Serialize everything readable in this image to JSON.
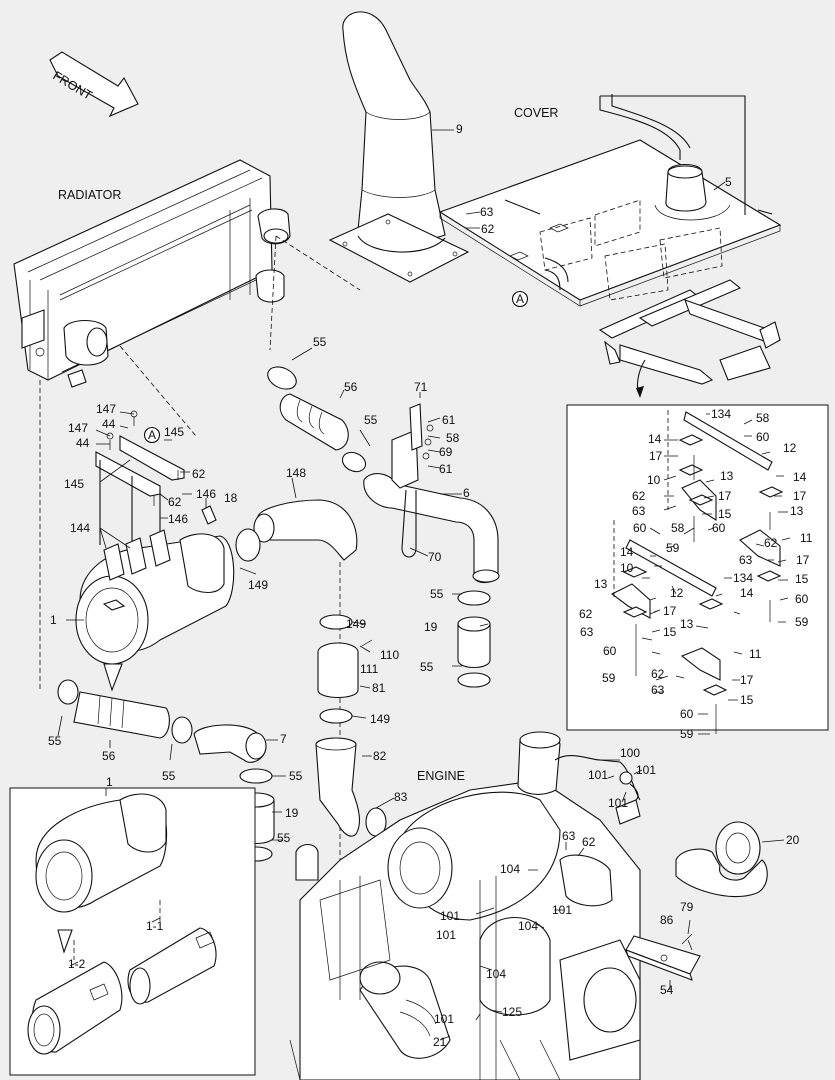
{
  "section_labels": {
    "radiator": "RADIATOR",
    "cover": "COVER",
    "engine": "ENGINE",
    "front": "FRONT"
  },
  "ref_marks": [
    "A",
    "A"
  ],
  "callouts": {
    "main": [
      "9",
      "63",
      "62",
      "5",
      "55",
      "56",
      "55",
      "71",
      "61",
      "58",
      "69",
      "61",
      "6",
      "70",
      "147",
      "44",
      "147",
      "44",
      "145",
      "145",
      "62",
      "62",
      "146",
      "146",
      "18",
      "148",
      "144",
      "149",
      "1",
      "149",
      "110",
      "111",
      "55",
      "19",
      "81",
      "55",
      "55",
      "56",
      "55",
      "7",
      "149",
      "82",
      "55",
      "19",
      "55",
      "83",
      "100",
      "101",
      "101",
      "101",
      "63",
      "62",
      "104",
      "20",
      "101",
      "104",
      "101",
      "86",
      "79",
      "101",
      "104",
      "54",
      "125",
      "101",
      "21"
    ],
    "detail": [
      "134",
      "58",
      "60",
      "14",
      "12",
      "17",
      "14",
      "10",
      "13",
      "17",
      "62",
      "17",
      "63",
      "15",
      "13",
      "60",
      "58",
      "60",
      "11",
      "62",
      "59",
      "17",
      "14",
      "63",
      "134",
      "15",
      "10",
      "13",
      "12",
      "60",
      "62",
      "17",
      "14",
      "63",
      "15",
      "59",
      "13",
      "60",
      "11",
      "59",
      "62",
      "17",
      "63",
      "15",
      "60",
      "59"
    ],
    "filter": [
      "1",
      "1-1",
      "1-2"
    ]
  },
  "colors": {
    "line": "#111111",
    "background": "#efefef",
    "part_fill": "#ffffff"
  }
}
